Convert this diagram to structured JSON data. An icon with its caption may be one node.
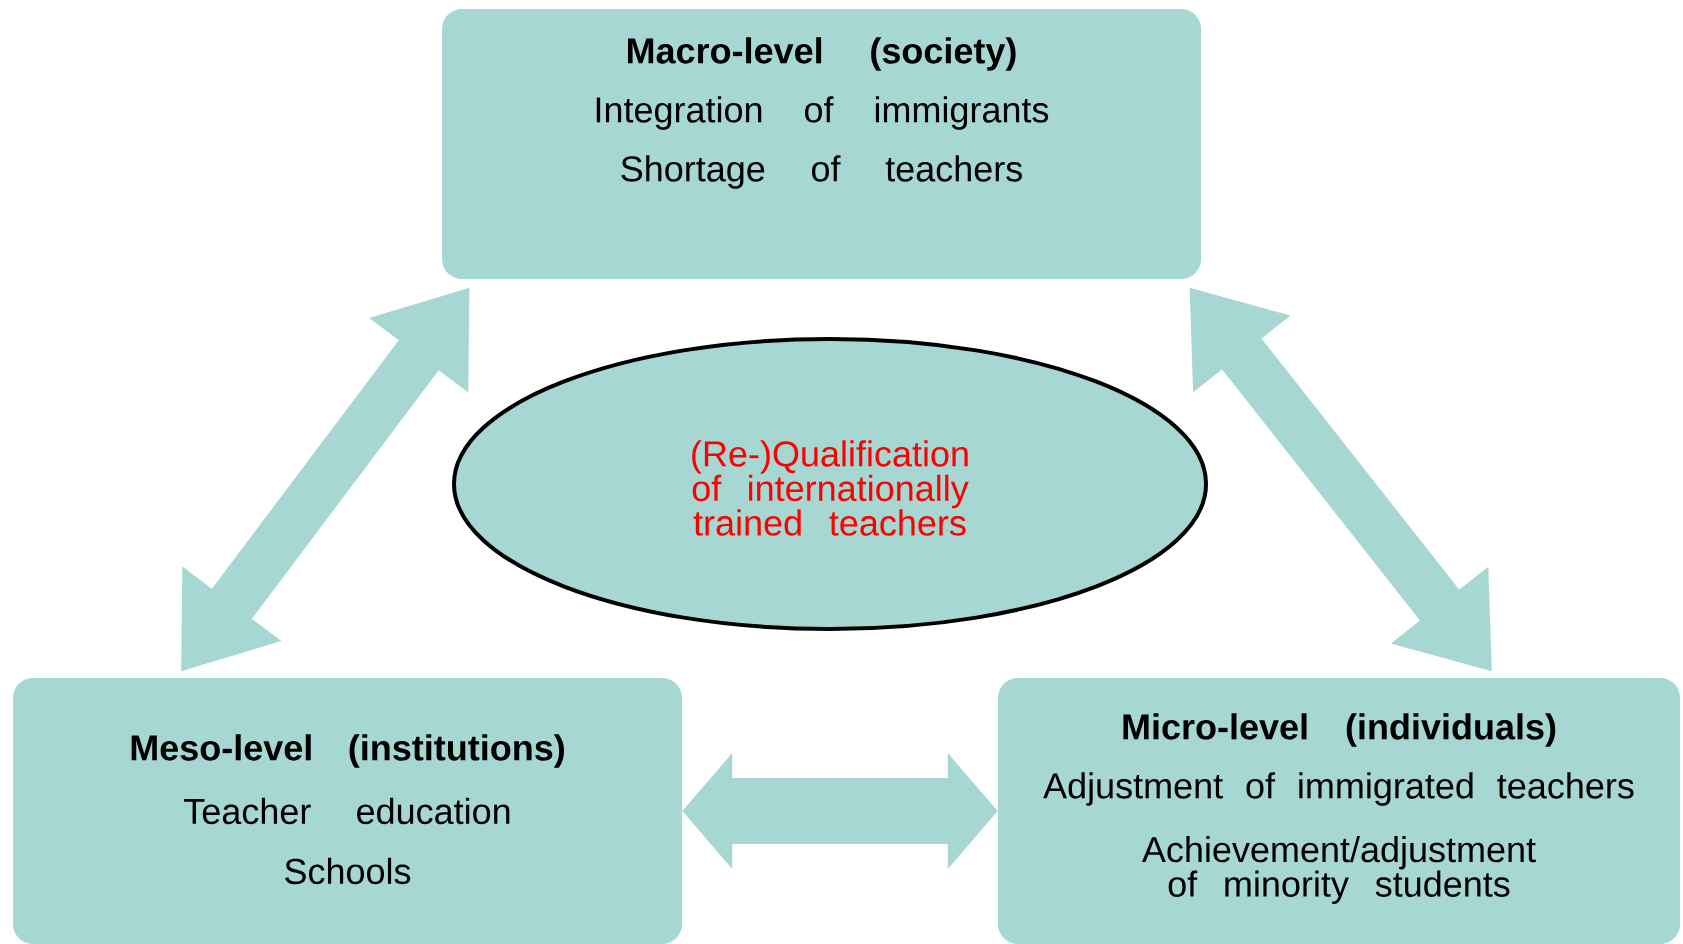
{
  "diagram": {
    "nodes": [
      {
        "text": [
          "Macro-level (society)",
          "Integration of immigrants",
          "Shortage of teachers"
        ]
      },
      {
        "text": [
          "(Re-)Qualification of internationally trained teachers"
        ]
      },
      {
        "text": [
          "Meso-level (institutions)",
          "Teacher education",
          "Schools"
        ]
      },
      {
        "text": [
          "Micro-level (individuals)",
          "Adjustment of immigrated teachers",
          "Achievement/adjustment of minority students"
        ]
      }
    ],
    "edges": [
      {
        "from": 0,
        "to": 2,
        "arrow": "both"
      },
      {
        "from": 0,
        "to": 3,
        "arrow": "both"
      },
      {
        "from": 2,
        "to": 3,
        "arrow": "both"
      }
    ]
  }
}
